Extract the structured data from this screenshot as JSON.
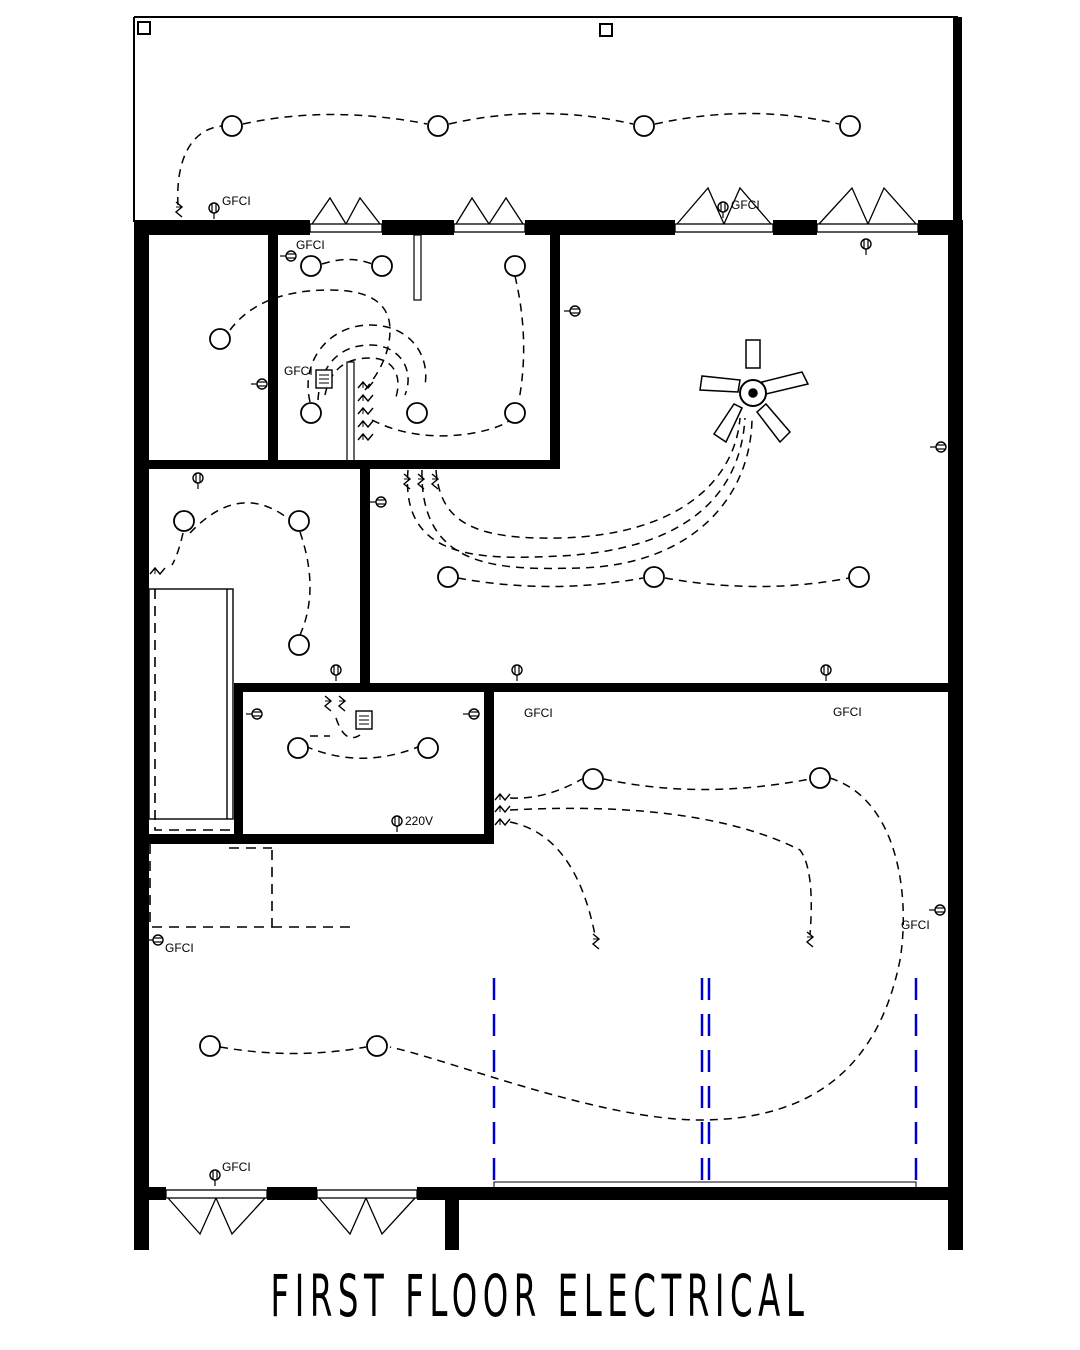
{
  "title": "FIRST FLOOR ELECTRICAL",
  "labels": {
    "gfci": "GFCI",
    "v220": "220V"
  },
  "colors": {
    "wall": "#000000",
    "wire": "#000000",
    "beam": "#0000cc"
  }
}
